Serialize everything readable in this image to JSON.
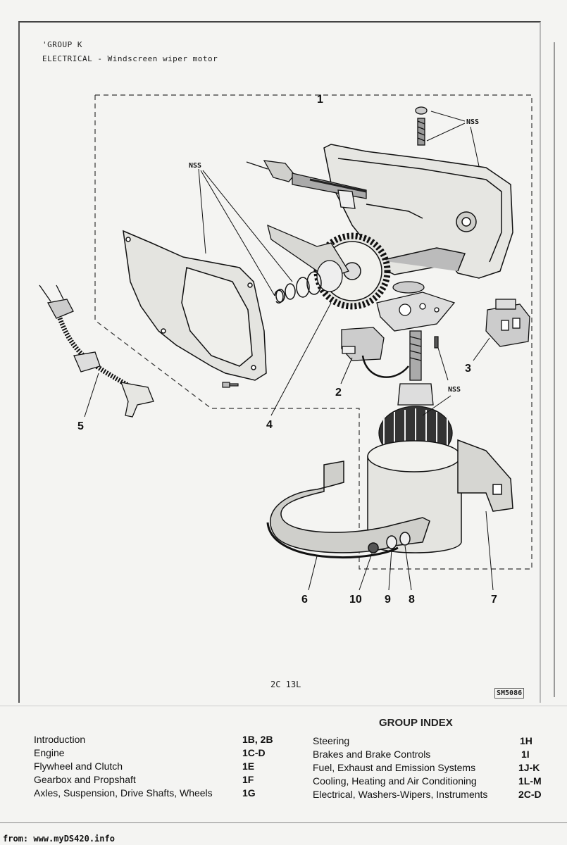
{
  "header": {
    "group": "'GROUP K",
    "section": "ELECTRICAL - Windscreen wiper motor"
  },
  "diagram": {
    "callouts": [
      "1",
      "2",
      "3",
      "4",
      "5",
      "6",
      "7",
      "8",
      "9",
      "10"
    ],
    "nss": "NSS",
    "ref": "2C 13L",
    "code": "SM5086"
  },
  "group_index": {
    "title": "GROUP INDEX",
    "left": [
      {
        "label": "Introduction",
        "code": "1B, 2B"
      },
      {
        "label": "Engine",
        "code": "1C-D"
      },
      {
        "label": "Flywheel and Clutch",
        "code": "1E"
      },
      {
        "label": "Gearbox and Propshaft",
        "code": "1F"
      },
      {
        "label": "Axles, Suspension, Drive Shafts, Wheels",
        "code": "1G"
      }
    ],
    "right": [
      {
        "label": "Steering",
        "code": "1H"
      },
      {
        "label": "Brakes and Brake Controls",
        "code": "1I"
      },
      {
        "label": "Fuel, Exhaust and Emission Systems",
        "code": "1J-K"
      },
      {
        "label": "Cooling, Heating and Air Conditioning",
        "code": "1L-M"
      },
      {
        "label": "Electrical, Washers-Wipers, Instruments",
        "code": "2C-D"
      }
    ]
  },
  "footer": "from: www.myDS420.info"
}
